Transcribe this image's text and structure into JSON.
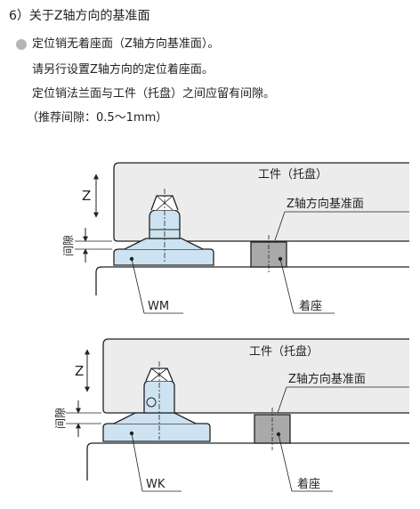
{
  "header": {
    "heading": "6）关于Z轴方向的基准面"
  },
  "notes": {
    "line1": "定位销无着座面（Z轴方向基准面）。",
    "line2": "请另行设置Z轴方向的定位着座面。",
    "line3": "定位销法兰面与工件（托盘）之间应留有间隙。",
    "line4": "（推荐间隙：0.5～1mm）"
  },
  "diagram_top": {
    "workpiece_label": "工件（托盘）",
    "z_label": "Z",
    "gap_label": "间隙",
    "reference_label": "Z轴方向基准面",
    "pin_label": "WM",
    "seat_label": "着座"
  },
  "diagram_bottom": {
    "workpiece_label": "工件（托盘）",
    "z_label": "Z",
    "gap_label": "间隙",
    "reference_label": "Z轴方向基准面",
    "pin_label": "WK",
    "seat_label": "着座"
  },
  "colors": {
    "workpiece_fill": "#ececec",
    "pin_fill": "#cde3f2",
    "seat_fill": "#a9a9a9",
    "line": "#222222"
  }
}
